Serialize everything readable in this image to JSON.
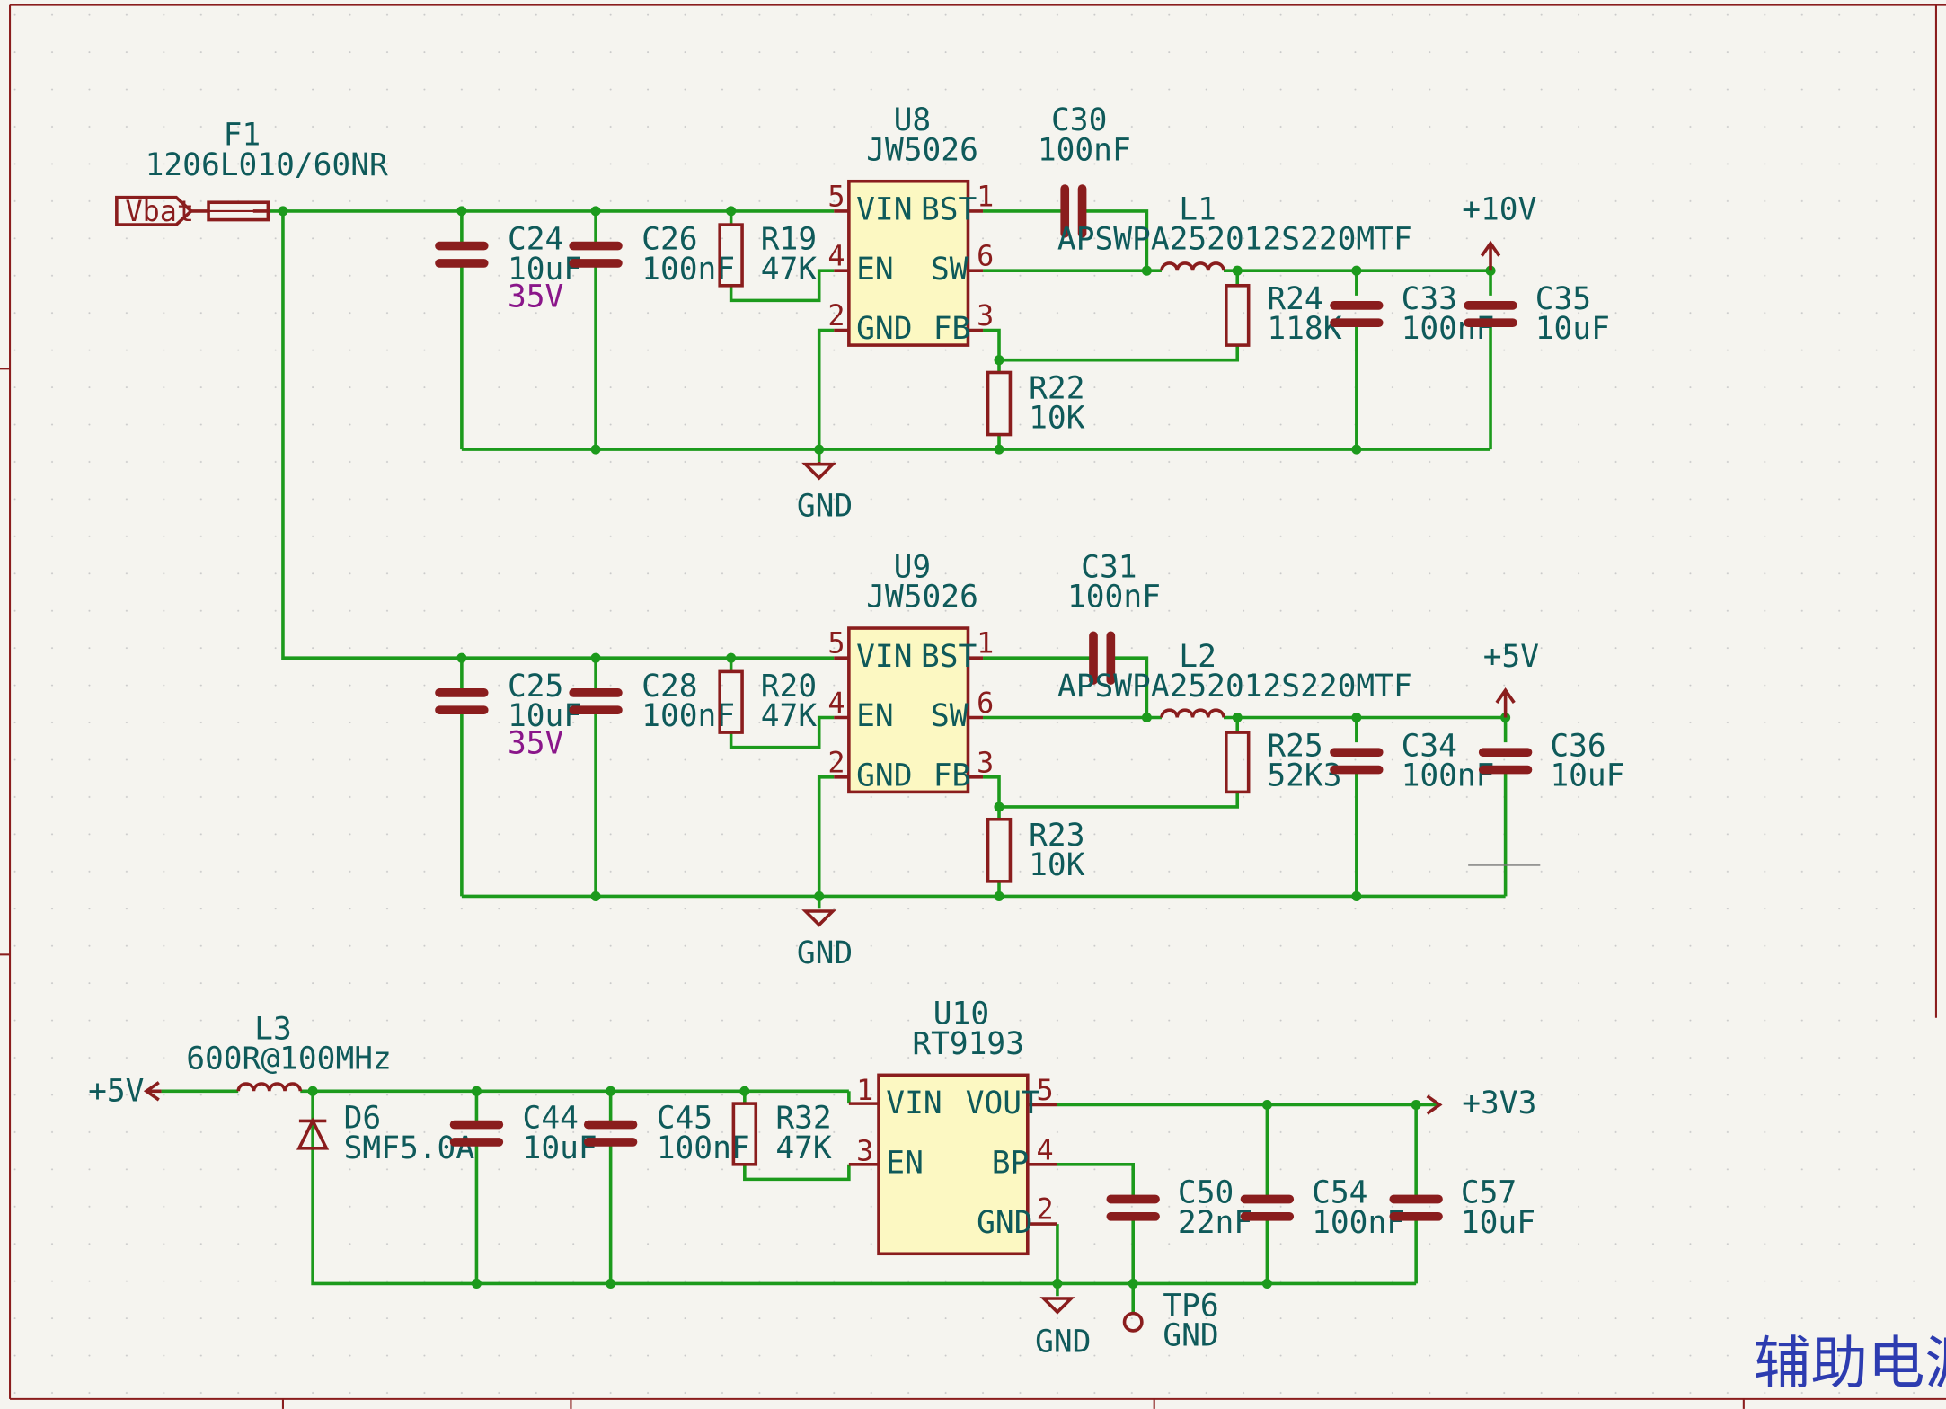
{
  "title": "辅助电源",
  "power_labels": {
    "vbat": "Vbat",
    "v10": "+10V",
    "v5_u9": "+5V",
    "v5_in": "+5V",
    "v3v3": "+3V3"
  },
  "gnd_labels": {
    "g1": "GND",
    "g2": "GND",
    "g3": "GND",
    "tp": "GND"
  },
  "fuse": {
    "ref": "F1",
    "value": "1206L010/60NR"
  },
  "u8": {
    "ref": "U8",
    "value": "JW5026",
    "pins": {
      "vin": "VIN",
      "en": "EN",
      "gnd": "GND",
      "bst": "BST",
      "sw": "SW",
      "fb": "FB"
    },
    "pin_numbers": {
      "vin": "5",
      "en": "4",
      "gnd": "2",
      "bst": "1",
      "sw": "6",
      "fb": "3"
    }
  },
  "u9": {
    "ref": "U9",
    "value": "JW5026",
    "pins": {
      "vin": "VIN",
      "en": "EN",
      "gnd": "GND",
      "bst": "BST",
      "sw": "SW",
      "fb": "FB"
    },
    "pin_numbers": {
      "vin": "5",
      "en": "4",
      "gnd": "2",
      "bst": "1",
      "sw": "6",
      "fb": "3"
    }
  },
  "u10": {
    "ref": "U10",
    "value": "RT9193",
    "pins": {
      "vin": "VIN",
      "en": "EN",
      "vout": "VOUT",
      "bp": "BP",
      "gnd": "GND"
    },
    "pin_numbers": {
      "vin": "1",
      "en": "3",
      "vout": "5",
      "bp": "4",
      "gnd": "2"
    }
  },
  "c24": {
    "ref": "C24",
    "value": "10uF",
    "voltage": "35V"
  },
  "c26": {
    "ref": "C26",
    "value": "100nF"
  },
  "r19": {
    "ref": "R19",
    "value": "47K"
  },
  "c30": {
    "ref": "C30",
    "value": "100nF"
  },
  "l1": {
    "ref": "L1",
    "value": "APSWPA252012S220MTF"
  },
  "r24": {
    "ref": "R24",
    "value": "118K"
  },
  "r22": {
    "ref": "R22",
    "value": "10K"
  },
  "c33": {
    "ref": "C33",
    "value": "100nF"
  },
  "c35": {
    "ref": "C35",
    "value": "10uF"
  },
  "c25": {
    "ref": "C25",
    "value": "10uF",
    "voltage": "35V"
  },
  "c28": {
    "ref": "C28",
    "value": "100nF"
  },
  "r20": {
    "ref": "R20",
    "value": "47K"
  },
  "c31": {
    "ref": "C31",
    "value": "100nF"
  },
  "l2": {
    "ref": "L2",
    "value": "APSWPA252012S220MTF"
  },
  "r25": {
    "ref": "R25",
    "value": "52K3"
  },
  "r23": {
    "ref": "R23",
    "value": "10K"
  },
  "c34": {
    "ref": "C34",
    "value": "100nF"
  },
  "c36": {
    "ref": "C36",
    "value": "10uF"
  },
  "l3": {
    "ref": "L3",
    "value": "600R@100MHz"
  },
  "d6": {
    "ref": "D6",
    "value": "SMF5.0A"
  },
  "c44": {
    "ref": "C44",
    "value": "10uF"
  },
  "c45": {
    "ref": "C45",
    "value": "100nF"
  },
  "r32": {
    "ref": "R32",
    "value": "47K"
  },
  "c50": {
    "ref": "C50",
    "value": "22nF"
  },
  "c54": {
    "ref": "C54",
    "value": "100nF"
  },
  "c57": {
    "ref": "C57",
    "value": "10uF"
  },
  "tp6": {
    "ref": "TP6"
  }
}
